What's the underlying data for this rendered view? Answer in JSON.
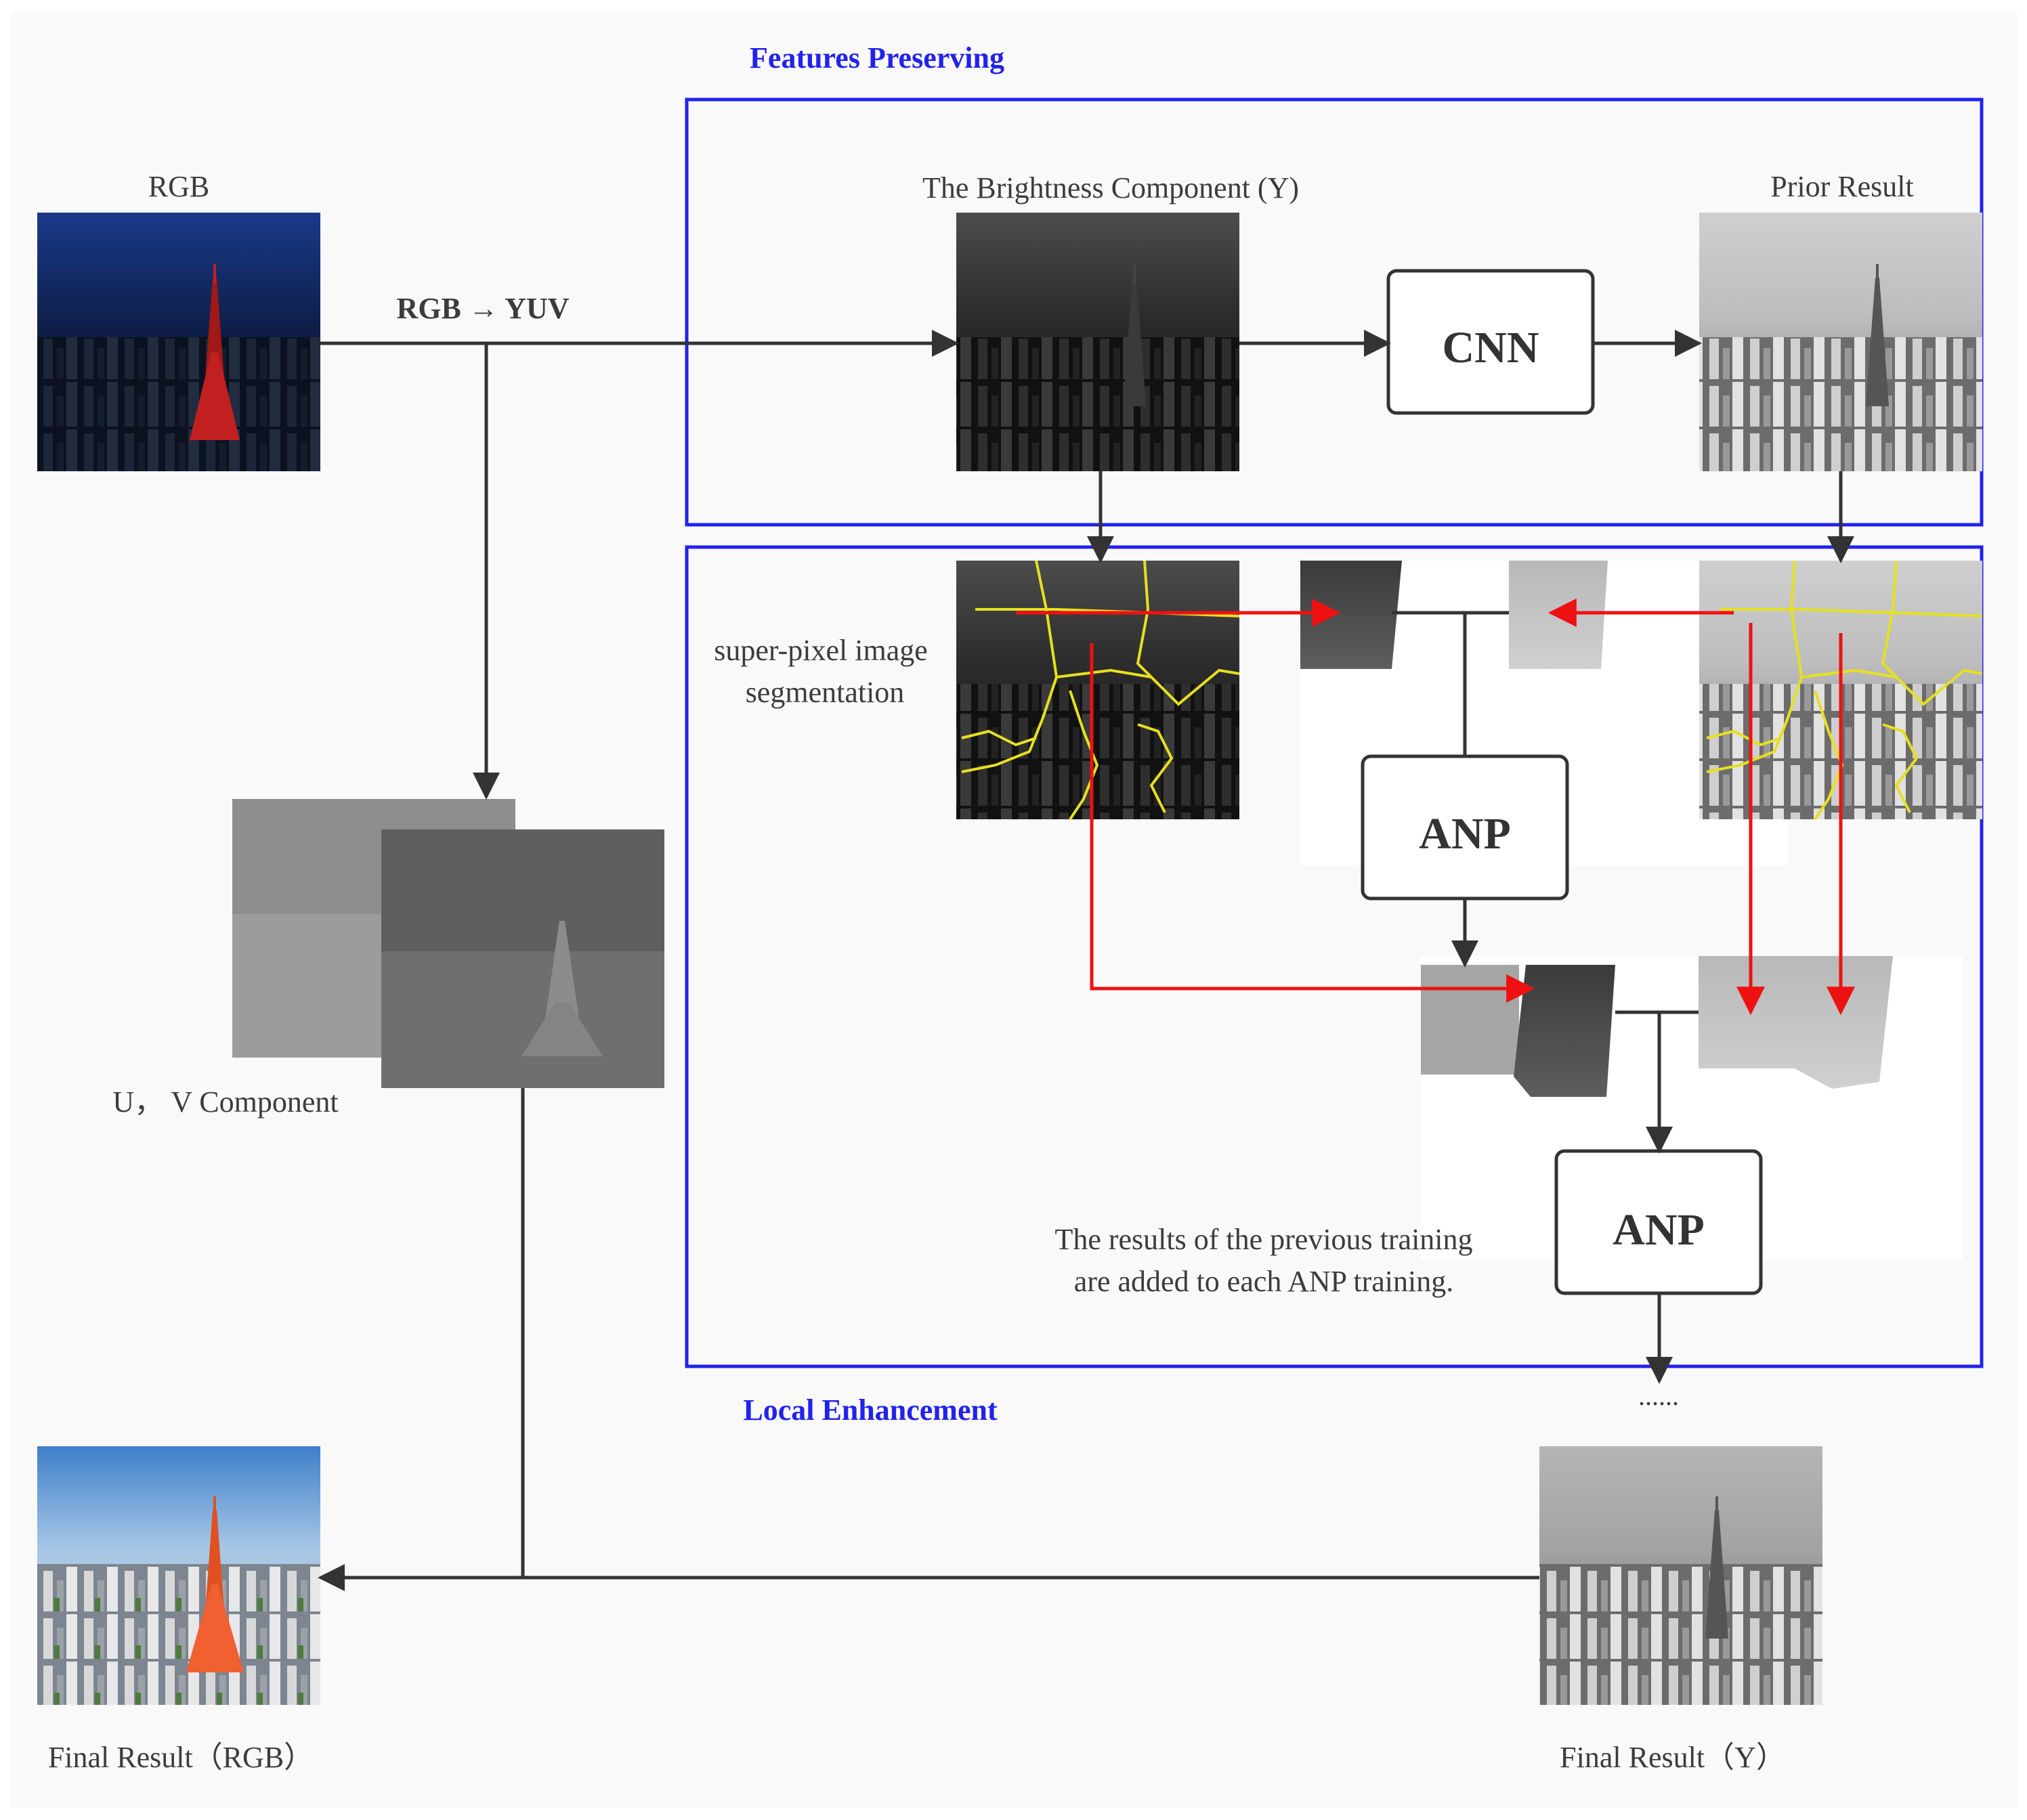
{
  "labels": {
    "rgb": "RGB",
    "conversion": "RGB → YUV",
    "brightness": "The Brightness Component (Y)",
    "prior": "Prior Result",
    "cnn": "CNN",
    "superpixel_line1": "super-pixel image",
    "superpixel_line2": "segmentation",
    "anp1": "ANP",
    "anp2": "ANP",
    "uv": "U， V Component",
    "previous_line1": "The results of the previous training",
    "previous_line2": "are added to each ANP training.",
    "ellipsis": "......",
    "final_rgb": "Final Result（RGB）",
    "final_y": "Final Result（Y）"
  },
  "sections": {
    "features": "Features Preserving",
    "local": "Local Enhancement"
  },
  "colors": {
    "section_border": "#2222ee",
    "section_title": "#2222ee",
    "flow_arrow": "#333333",
    "feedback_arrow": "#ee1111",
    "segmentation_line": "#e6e020"
  }
}
